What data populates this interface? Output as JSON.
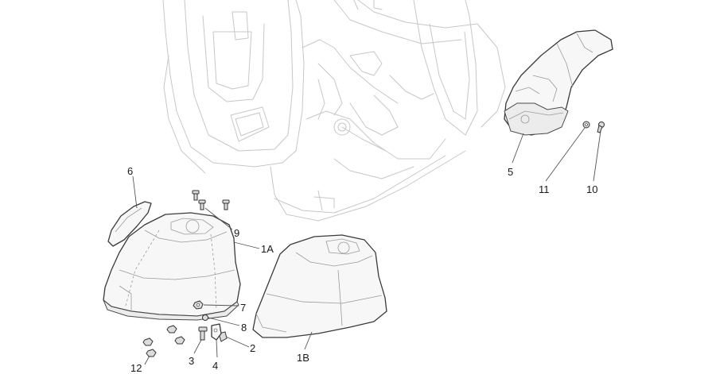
{
  "callouts": {
    "c6": "6",
    "c9": "9",
    "c1a": "1A",
    "c7": "7",
    "c8": "8",
    "c2": "2",
    "c4": "4",
    "c3": "3",
    "c12": "12",
    "c1b": "1B",
    "c5": "5",
    "c11": "11",
    "c10": "10"
  },
  "colors": {
    "ghost_outline": "#c7c7c7",
    "part_outline": "#3a3a3a",
    "leader": "#555555",
    "text": "#1a1a1a"
  }
}
